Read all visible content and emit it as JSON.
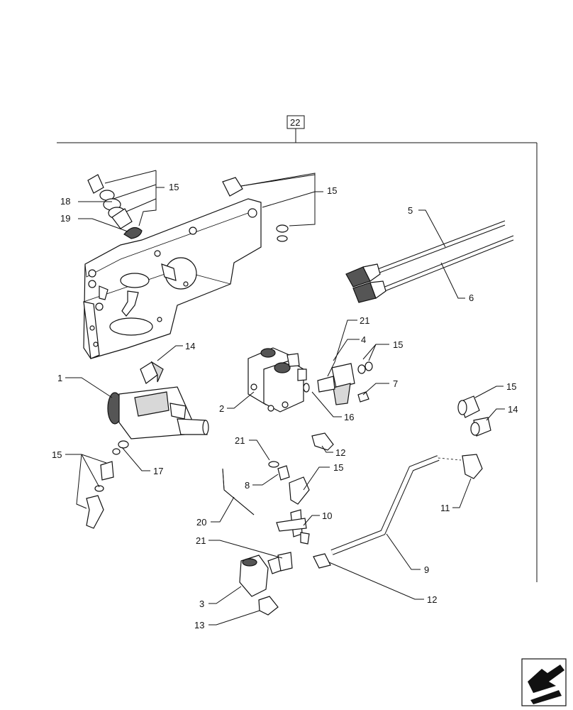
{
  "group_label": "22",
  "callouts": [
    {
      "id": "c22",
      "text": "22"
    },
    {
      "id": "c15a",
      "text": "15"
    },
    {
      "id": "c15b",
      "text": "15"
    },
    {
      "id": "c18",
      "text": "18"
    },
    {
      "id": "c19",
      "text": "19"
    },
    {
      "id": "c5",
      "text": "5"
    },
    {
      "id": "c6",
      "text": "6"
    },
    {
      "id": "c14a",
      "text": "14"
    },
    {
      "id": "c1",
      "text": "1"
    },
    {
      "id": "c2",
      "text": "2"
    },
    {
      "id": "c21a",
      "text": "21"
    },
    {
      "id": "c4",
      "text": "4"
    },
    {
      "id": "c15c",
      "text": "15"
    },
    {
      "id": "c7",
      "text": "7"
    },
    {
      "id": "c16",
      "text": "16"
    },
    {
      "id": "c15d",
      "text": "15"
    },
    {
      "id": "c14b",
      "text": "14"
    },
    {
      "id": "c15e",
      "text": "15"
    },
    {
      "id": "c17",
      "text": "17"
    },
    {
      "id": "c21b",
      "text": "21"
    },
    {
      "id": "c12a",
      "text": "12"
    },
    {
      "id": "c8",
      "text": "8"
    },
    {
      "id": "c15f",
      "text": "15"
    },
    {
      "id": "c11",
      "text": "11"
    },
    {
      "id": "c20",
      "text": "20"
    },
    {
      "id": "c10",
      "text": "10"
    },
    {
      "id": "c21c",
      "text": "21"
    },
    {
      "id": "c9",
      "text": "9"
    },
    {
      "id": "c3",
      "text": "3"
    },
    {
      "id": "c12b",
      "text": "12"
    },
    {
      "id": "c13",
      "text": "13"
    }
  ],
  "nav_icon": "next-page-arrow-icon"
}
